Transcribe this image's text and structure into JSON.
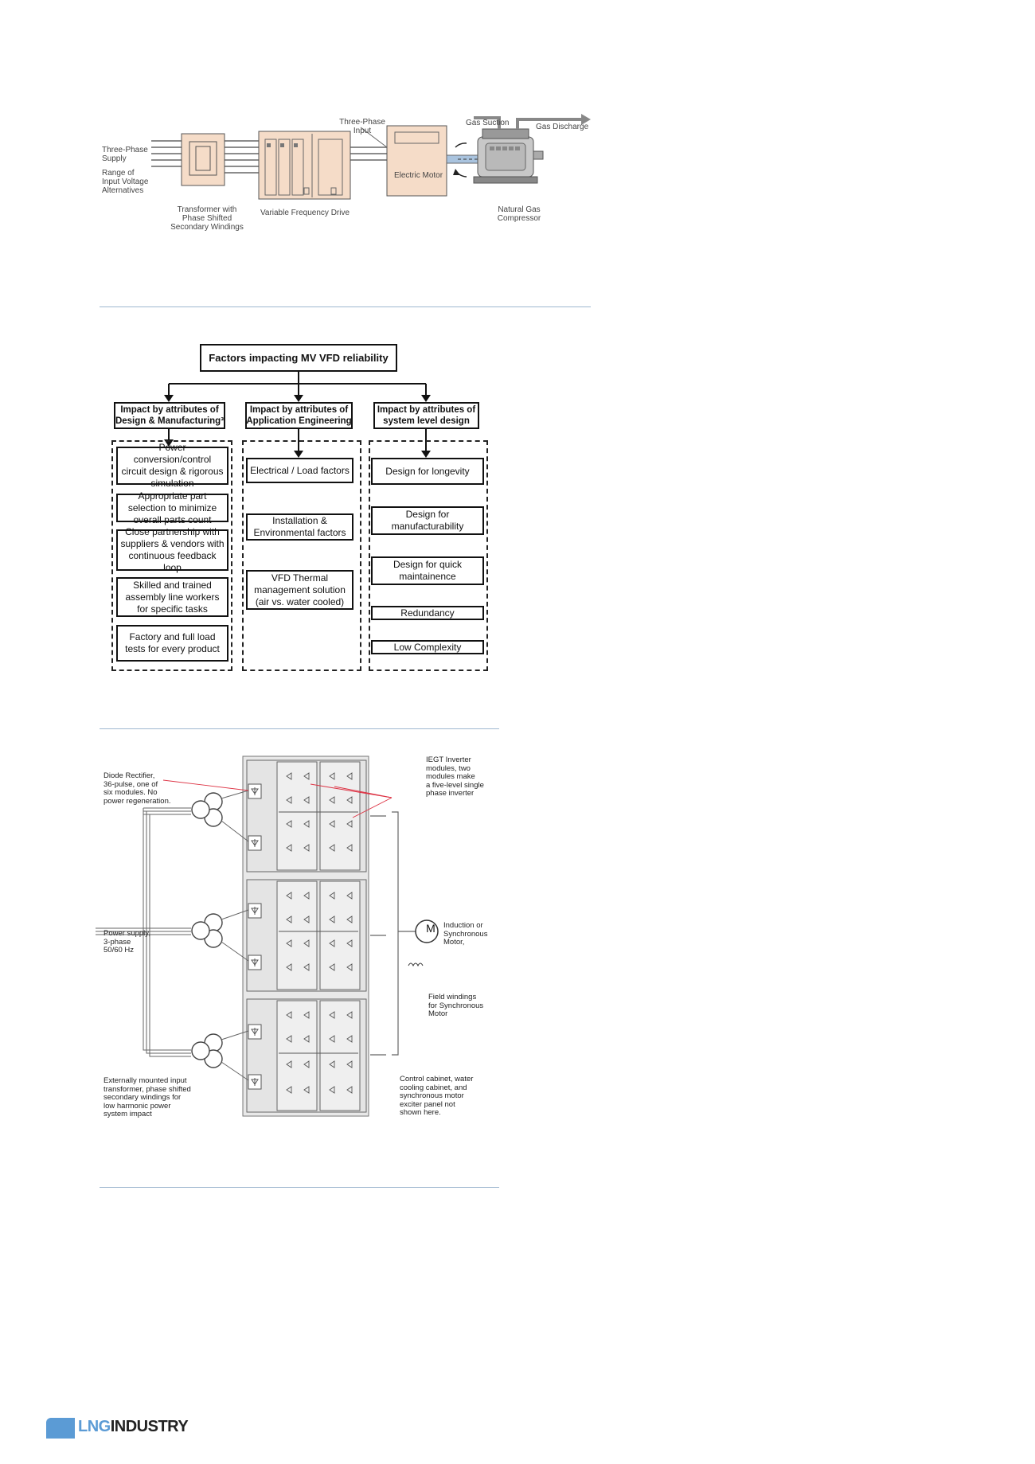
{
  "figure1": {
    "labels": {
      "three_phase_supply": "Three-Phase\nSupply",
      "range_of_input": "Range of\nInput Voltage\nAlternatives",
      "transformer": "Transformer with\nPhase Shifted\nSecondary Windings",
      "vfd": "Variable Frequency Drive",
      "three_phase_input": "Three-Phase\nInput",
      "electric_motor": "Electric Motor",
      "gas_suction": "Gas Suction",
      "gas_discharge": "Gas Discharge",
      "compressor": "Natural Gas\nCompressor"
    }
  },
  "figure2": {
    "title": "Factors impacting MV VFD reliability",
    "columns": [
      {
        "header": "Impact by attributes of\nDesign & Manufacturing³",
        "items": [
          "Power conversion/control circuit design & rigorous simulation",
          "Appropriate part selection to minimize overall parts count",
          "Close partnership with suppliers & vendors with continuous feedback loop",
          "Skilled and trained assembly line workers for specific tasks",
          "Factory and full load tests for every product"
        ]
      },
      {
        "header": "Impact by attributes of\nApplication Engineering",
        "items": [
          "Electrical / Load factors",
          "Installation & Environmental factors",
          "VFD Thermal management solution (air vs. water cooled)"
        ]
      },
      {
        "header": "Impact by attributes of\nsystem level design",
        "items": [
          "Design for longevity",
          "Design for manufacturability",
          "Design for quick maintainence",
          "Redundancy",
          "Low Complexity"
        ]
      }
    ]
  },
  "figure3": {
    "labels": {
      "diode": "Diode Rectifier,\n36-pulse, one of\nsix modules. No\npower regeneration.",
      "iegt": "IEGT Inverter\nmodules, two\nmodules make\na five-level single\nphase inverter",
      "power_supply": "Power supply,\n3-phase\n50/60 Hz",
      "motor": "Induction or\nSynchronous\nMotor,",
      "motor_symbol": "M",
      "field": "Field windings\nfor Synchronous\nMotor",
      "transformer": "Externally mounted input\ntransformer, phase shifted\nsecondary windings for\nlow harmonic power\nsystem impact",
      "control": "Control cabinet, water\ncooling cabinet, and\nsynchronous motor\nexciter panel not\nshown here."
    }
  },
  "footer": {
    "logo_lng": "LNG",
    "logo_industry": "INDUSTRY"
  },
  "colors": {
    "accent": "#5b9bd5",
    "rule": "#9fb8d0",
    "equipment_fill": "#f5dcc8"
  }
}
